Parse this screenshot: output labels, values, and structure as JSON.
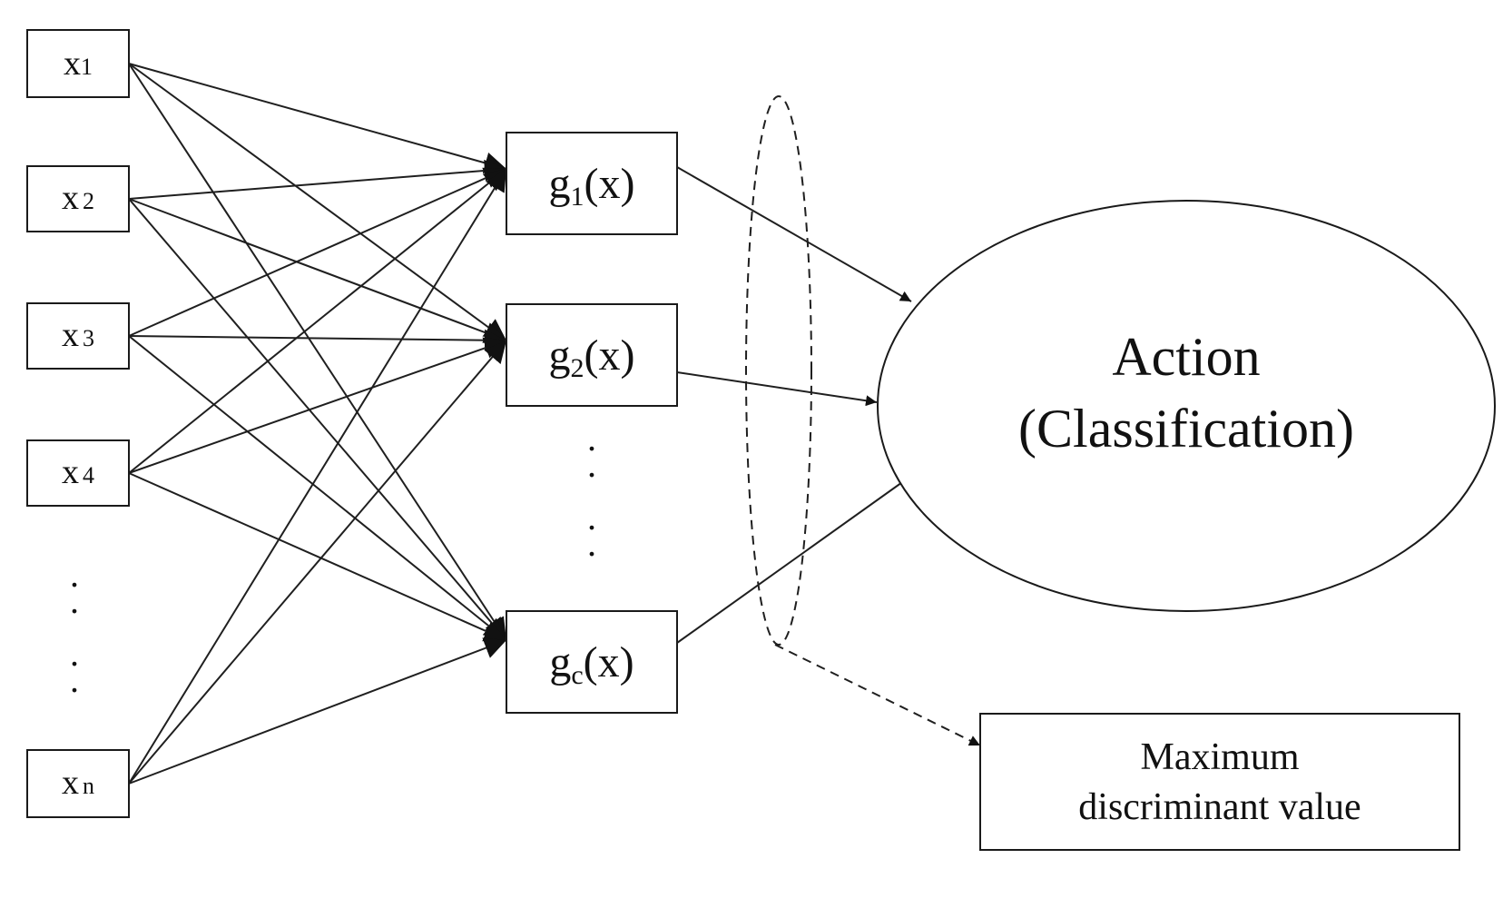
{
  "inputs": [
    {
      "base": "x",
      "sub": "1"
    },
    {
      "base": "x",
      "sub": "2"
    },
    {
      "base": "x",
      "sub": "3"
    },
    {
      "base": "x",
      "sub": "4"
    },
    {
      "base": "x",
      "sub": "n"
    }
  ],
  "functions": [
    {
      "base": "g",
      "sub": "1",
      "arg": "(x)"
    },
    {
      "base": "g",
      "sub": "2",
      "arg": "(x)"
    },
    {
      "base": "g",
      "sub": "c",
      "arg": "(x)"
    }
  ],
  "ellipsis": ".",
  "action": {
    "line1": "Action",
    "line2": "(Classification)"
  },
  "maxbox": {
    "line1": "Maximum",
    "line2": "discriminant value"
  }
}
